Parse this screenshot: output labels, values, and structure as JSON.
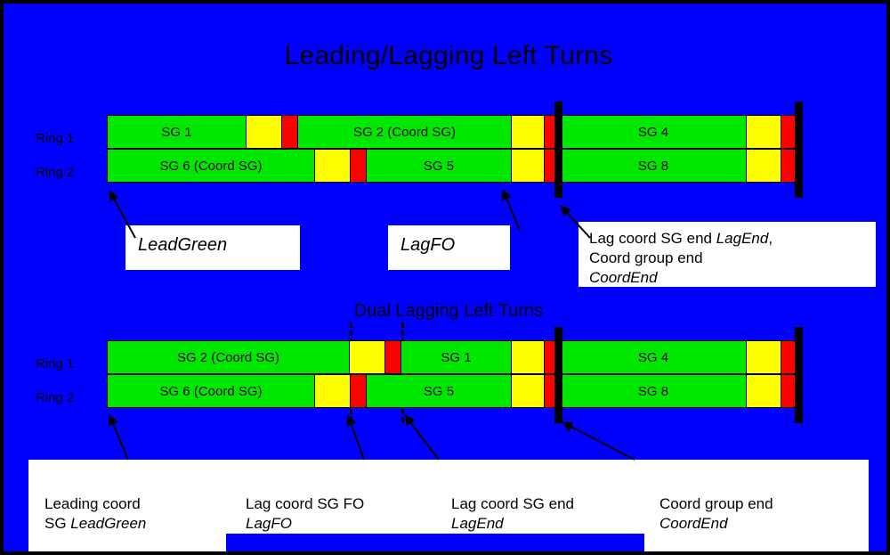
{
  "page": {
    "background_color": "#0000FF",
    "border_color": "#000000",
    "title": "Leading/Lagging Left Turns"
  },
  "colors": {
    "green": "#00E800",
    "yellow": "#FFFF00",
    "red": "#FF0000",
    "barrier": "#000000",
    "callout_bg": "#FFFFFF"
  },
  "diagram_one": {
    "title": "Leading/Lagging Left Turns",
    "ring1_label": "Ring 1",
    "ring2_label": "Ring 2",
    "ring1_segments": [
      {
        "label": "SG 1",
        "color": "green"
      },
      {
        "label": "",
        "color": "yellow"
      },
      {
        "label": "",
        "color": "red"
      },
      {
        "label": "SG 2 (Coord SG)",
        "color": "green"
      },
      {
        "label": "",
        "color": "yellow"
      },
      {
        "label": "",
        "color": "red"
      },
      {
        "label": "SG 4",
        "color": "green"
      },
      {
        "label": "",
        "color": "yellow"
      },
      {
        "label": "",
        "color": "red"
      }
    ],
    "ring2_segments": [
      {
        "label": "SG 6 (Coord SG)",
        "color": "green"
      },
      {
        "label": "",
        "color": "yellow"
      },
      {
        "label": "",
        "color": "red"
      },
      {
        "label": "SG 5",
        "color": "green"
      },
      {
        "label": "",
        "color": "yellow"
      },
      {
        "label": "",
        "color": "red"
      },
      {
        "label": "SG 8",
        "color": "green"
      },
      {
        "label": "",
        "color": "yellow"
      },
      {
        "label": "",
        "color": "red"
      }
    ],
    "callouts": [
      {
        "id": "lead-green",
        "text": "LeadGreen",
        "italic": true
      },
      {
        "id": "lag-fo",
        "text": "LagFO",
        "italic": true
      },
      {
        "id": "lag-end-coord-end",
        "line1_plain": "Lag coord SG end ",
        "line1_italic": "LagEnd",
        "line1_tail": ",",
        "line2_plain": "Coord group end",
        "line3_italic": "CoordEnd"
      }
    ]
  },
  "diagram_two": {
    "title": "Dual Lagging Left Turns",
    "ring1_label": "Ring 1",
    "ring2_label": "Ring 2",
    "ring1_segments": [
      {
        "label": "SG 2 (Coord SG)",
        "color": "green"
      },
      {
        "label": "",
        "color": "yellow"
      },
      {
        "label": "",
        "color": "red"
      },
      {
        "label": "SG 1",
        "color": "green"
      },
      {
        "label": "",
        "color": "yellow"
      },
      {
        "label": "",
        "color": "red"
      },
      {
        "label": "SG 4",
        "color": "green"
      },
      {
        "label": "",
        "color": "yellow"
      },
      {
        "label": "",
        "color": "red"
      }
    ],
    "ring2_segments": [
      {
        "label": "SG 6 (Coord SG)",
        "color": "green"
      },
      {
        "label": "",
        "color": "yellow"
      },
      {
        "label": "",
        "color": "red"
      },
      {
        "label": "SG 5",
        "color": "green"
      },
      {
        "label": "",
        "color": "yellow"
      },
      {
        "label": "",
        "color": "red"
      },
      {
        "label": "SG 8",
        "color": "green"
      },
      {
        "label": "",
        "color": "yellow"
      },
      {
        "label": "",
        "color": "red"
      }
    ],
    "bottom_callouts": [
      {
        "id": "leading-coord-lead-green",
        "plain": "Leading coord\nSG ",
        "italic": "LeadGreen"
      },
      {
        "id": "lag-coord-sg-fo",
        "plain": "Lag coord SG FO\n",
        "italic": "LagFO"
      },
      {
        "id": "lag-coord-sg-end",
        "plain": "Lag coord SG end\n",
        "italic": "LagEnd"
      },
      {
        "id": "coord-group-end",
        "plain": "Coord group end\n",
        "italic": "CoordEnd"
      }
    ]
  }
}
